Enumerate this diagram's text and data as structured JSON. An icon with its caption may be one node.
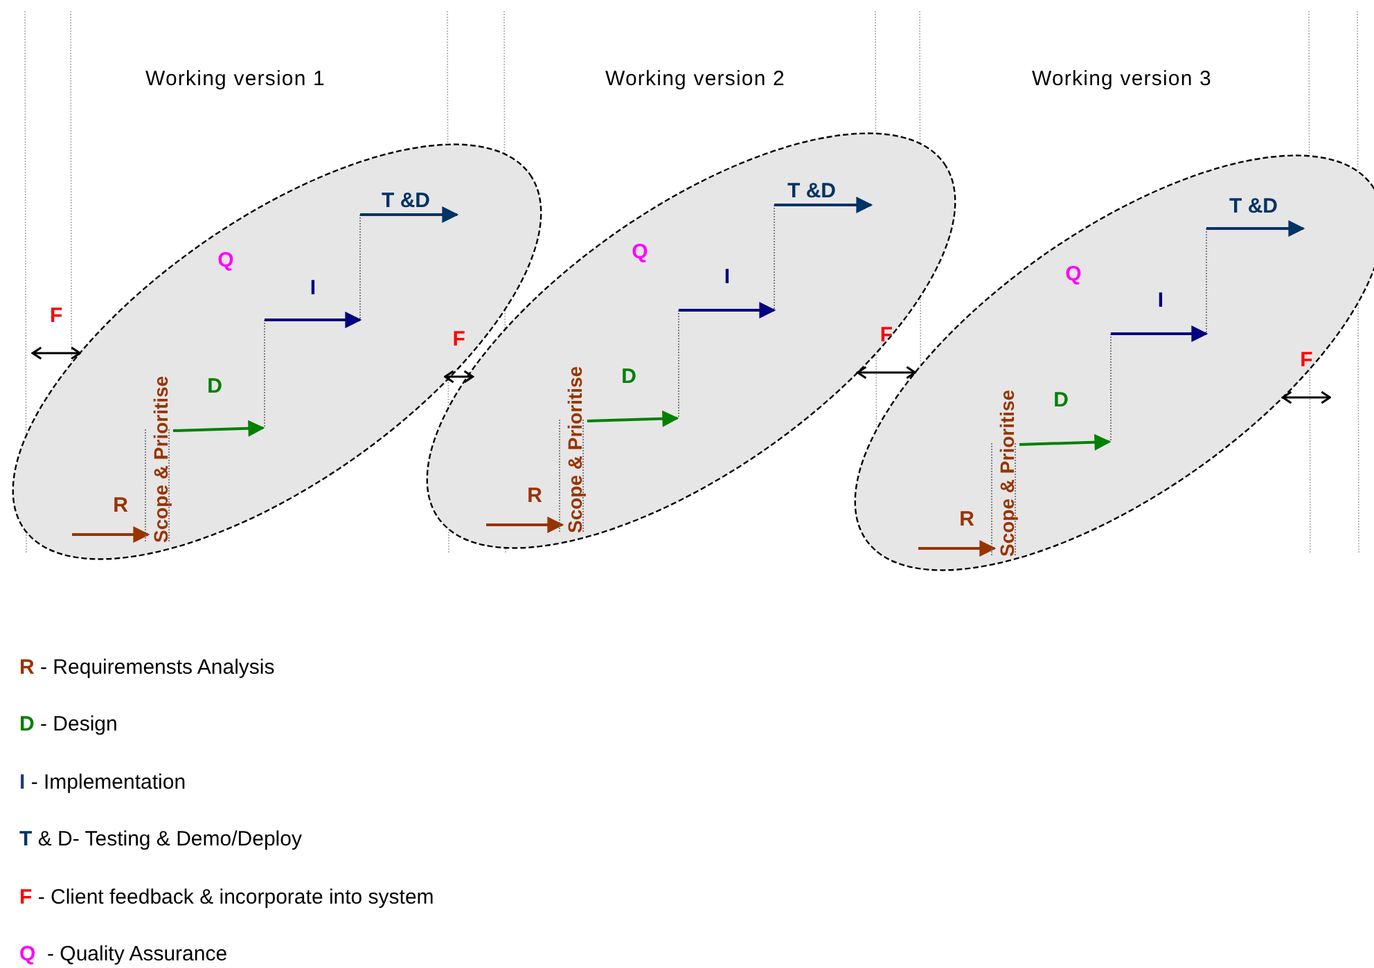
{
  "diagram": {
    "nodes": [
      {
        "text": [],
        "shape": "ellipse"
      },
      {
        "text": [
          "Scope & Prioritise"
        ],
        "in": 0
      },
      {
        "text": [],
        "shape": "ellipse"
      },
      {
        "text": [
          "Scope & Prioritise"
        ],
        "in": 2
      },
      {
        "text": [],
        "shape": "ellipse"
      },
      {
        "text": [
          "Scope & Prioritise"
        ],
        "in": 4
      }
    ],
    "edges": [
      {
        "from": null,
        "to": 1,
        "arrow": "to",
        "label": "R",
        "color": "#993300"
      },
      {
        "from": 1,
        "to": null,
        "arrow": "to",
        "label": "D",
        "color": "#008000"
      },
      {
        "from": null,
        "to": 3,
        "arrow": "to",
        "label": "R",
        "color": "#993300"
      },
      {
        "from": 3,
        "to": null,
        "arrow": "to",
        "label": "D",
        "color": "#008000"
      },
      {
        "from": null,
        "to": 5,
        "arrow": "to",
        "label": "R",
        "color": "#993300"
      },
      {
        "from": 5,
        "to": null,
        "arrow": "to",
        "label": "D",
        "color": "#008000"
      },
      {
        "from": null,
        "to": 0,
        "arrow": "both",
        "label": "F"
      },
      {
        "from": 0,
        "to": 2,
        "arrow": "both",
        "label": "F"
      },
      {
        "from": 2,
        "to": 4,
        "arrow": "both",
        "label": "F"
      },
      {
        "from": 4,
        "to": null,
        "arrow": "both",
        "label": "F"
      }
    ],
    "labels": [
      "Working version 1",
      "Working version 2",
      "Working version 3",
      "T &D",
      "Q",
      "I",
      "T &D",
      "Q",
      "I",
      "T &D",
      "Q",
      "I",
      "R - Requiremensts Analysis",
      "D - Design",
      "I - Implementation",
      "T & D- Testing & Demo/Deploy",
      "F - Client feedback & incorporate into system",
      "Q  - Quality Assurance"
    ]
  }
}
